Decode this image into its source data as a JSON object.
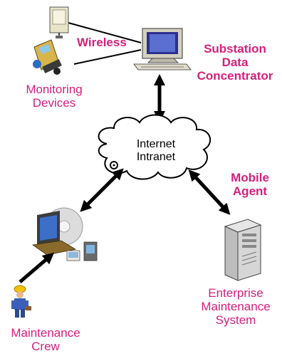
{
  "labels": {
    "wireless": "Wireless",
    "substation": [
      "Substation",
      "Data",
      "Concentrator"
    ],
    "monitoring": [
      "Monitoring",
      "Devices"
    ],
    "cloud": [
      "Internet",
      "Intranet"
    ],
    "mobile_agent": [
      "Mobile",
      "Agent"
    ],
    "enterprise": [
      "Enterprise",
      "Maintenance",
      "System"
    ],
    "crew": [
      "Maintenance",
      "Crew"
    ]
  },
  "colors": {
    "magenta": "#d61f7a",
    "black": "#000000"
  },
  "icons": [
    "data-concentrator-pc-icon",
    "wireless-sensor-icon",
    "handheld-device-icon",
    "server-tower-icon",
    "laptop-pda-icon",
    "worker-icon"
  ]
}
